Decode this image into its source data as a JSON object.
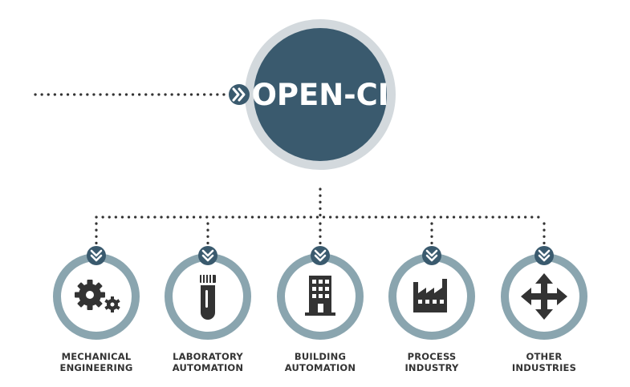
{
  "hub": {
    "title": "OPEN-CI",
    "icon": "double-chevron-right-icon"
  },
  "colors": {
    "hub_fill": "#3a5a6e",
    "hub_ring": "#d3d9dd",
    "ring": "#8aa5af",
    "icon": "#333333",
    "badge": "#3a5a6e",
    "dots": "#333333"
  },
  "industries": [
    {
      "id": "mechanical-engineering",
      "line1": "MECHANICAL",
      "line2": "ENGINEERING",
      "icon": "gears-icon"
    },
    {
      "id": "laboratory-automation",
      "line1": "LABORATORY",
      "line2": "AUTOMATION",
      "icon": "test-tube-icon"
    },
    {
      "id": "building-automation",
      "line1": "BUILDING",
      "line2": "AUTOMATION",
      "icon": "building-icon"
    },
    {
      "id": "process-industry",
      "line1": "PROCESS",
      "line2": "INDUSTRY",
      "icon": "factory-icon"
    },
    {
      "id": "other-industries",
      "line1": "OTHER",
      "line2": "INDUSTRIES",
      "icon": "four-way-arrows-icon"
    }
  ]
}
